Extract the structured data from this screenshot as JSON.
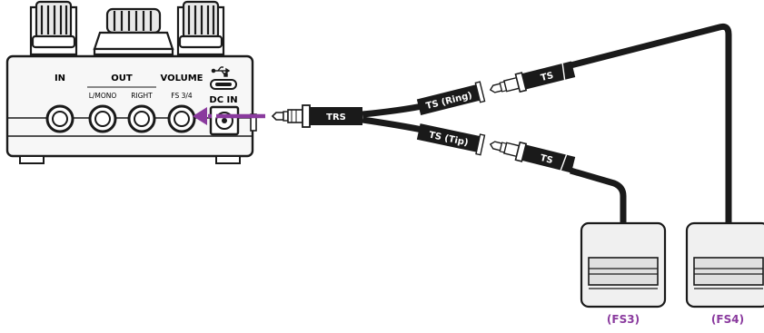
{
  "pedal": {
    "labels": {
      "in": "IN",
      "out": "OUT",
      "volume": "VOLUME",
      "l_mono": "L/MONO",
      "right": "RIGHT",
      "fs34": "FS 3/4",
      "dc_in": "DC IN"
    },
    "usb_icon": "usb-icon"
  },
  "cable": {
    "trs_label": "TRS",
    "ring_label": "TS (Ring)",
    "tip_label": "TS (Tip)",
    "ts_label_upper": "TS",
    "ts_label_lower": "TS"
  },
  "footswitches": {
    "fs3_label": "(FS3)",
    "fs4_label": "(FS4)"
  },
  "colors": {
    "arrow": "#8a3a9e",
    "footswitch_label": "#8a3a9e",
    "line": "#1a1a1a",
    "pedal_fill": "#f7f7f7",
    "footswitch_fill": "#f0f0f0"
  }
}
